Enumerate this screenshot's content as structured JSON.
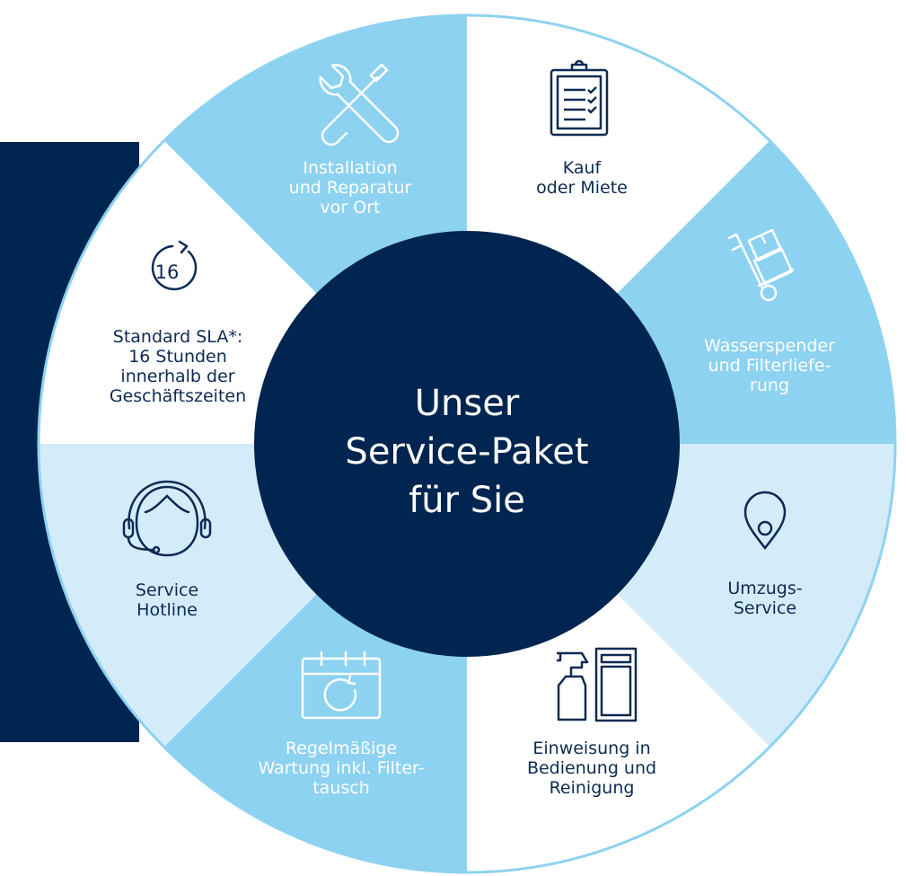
{
  "center": {
    "line1": "Unser",
    "line2": "Service-Paket",
    "line3": "für Sie"
  },
  "segments": [
    {
      "key": "installation",
      "icon": "tools-icon",
      "lines": [
        "Installation",
        "und Reparatur",
        "vor Ort"
      ],
      "color": "#8dd2f1"
    },
    {
      "key": "kauf",
      "icon": "clipboard-icon",
      "lines": [
        "Kauf",
        "oder Miete"
      ],
      "color": "#ffffff"
    },
    {
      "key": "lieferung",
      "icon": "hand-truck-icon",
      "lines": [
        "Wasserspender",
        "und Filterliefe-",
        "rung"
      ],
      "color": "#8dd2f1"
    },
    {
      "key": "umzug",
      "icon": "location-pin-icon",
      "lines": [
        "Umzugs-",
        "Service"
      ],
      "color": "#d4ecfa"
    },
    {
      "key": "einweisung",
      "icon": "cleaning-icon",
      "lines": [
        "Einweisung in",
        "Bedienung und",
        "Reinigung"
      ],
      "color": "#ffffff"
    },
    {
      "key": "wartung",
      "icon": "calendar-refresh-icon",
      "lines": [
        "Regelmäßige",
        "Wartung inkl. Filter-",
        "tausch"
      ],
      "color": "#8dd2f1"
    },
    {
      "key": "hotline",
      "icon": "headset-icon",
      "lines": [
        "Service",
        "Hotline"
      ],
      "color": "#d4ecfa"
    },
    {
      "key": "sla",
      "icon": "clock-16-icon",
      "lines": [
        "Standard SLA*:",
        "16 Stunden",
        "innerhalb der",
        "Geschäftszeiten"
      ],
      "color": "#ffffff"
    }
  ],
  "sla_icon_number": "16",
  "colors": {
    "navy": "#002550",
    "text_dark": "#0d2a52",
    "light_blue": "#8dd2f1",
    "pale_blue": "#d4ecfa",
    "outline": "#8dd2f1"
  }
}
